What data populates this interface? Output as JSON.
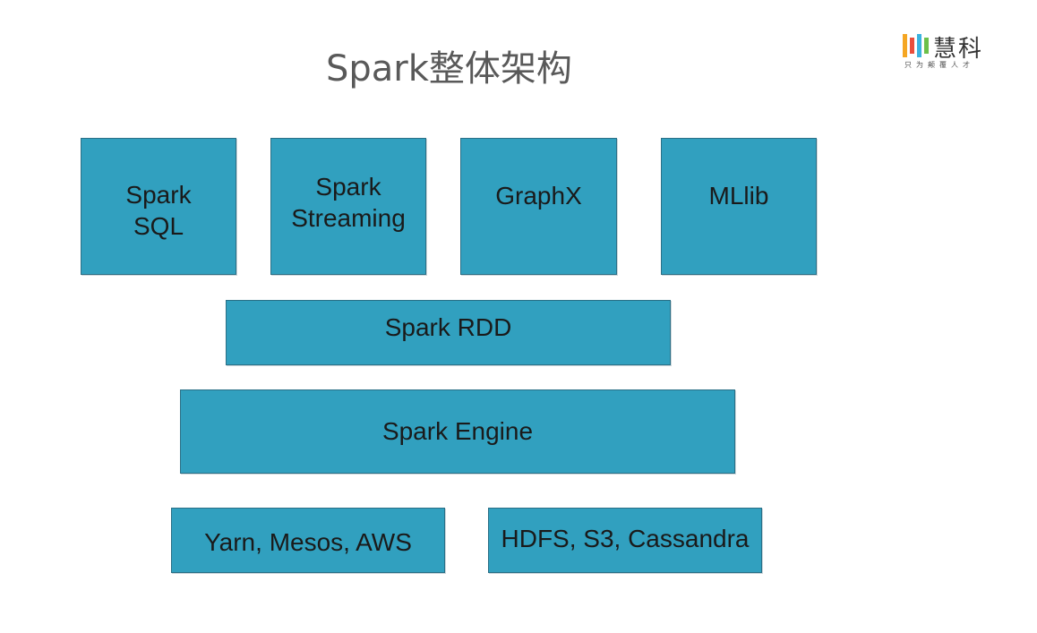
{
  "slide": {
    "title": "Spark整体架构"
  },
  "logo": {
    "name": "慧科",
    "slogan": "只为颠覆人才"
  },
  "layers": {
    "libraries": [
      {
        "label": "Spark\nSQL"
      },
      {
        "label": "Spark\nStreaming"
      },
      {
        "label": "GraphX"
      },
      {
        "label": "MLlib"
      }
    ],
    "rdd": {
      "label": "Spark RDD"
    },
    "engine": {
      "label": "Spark Engine"
    },
    "cluster": {
      "label": "Yarn, Mesos, AWS"
    },
    "storage": {
      "label": "HDFS, S3, Cassandra"
    }
  },
  "colors": {
    "box_fill": "#31a0bf",
    "box_border": "#2a6f86",
    "title": "#595959"
  }
}
